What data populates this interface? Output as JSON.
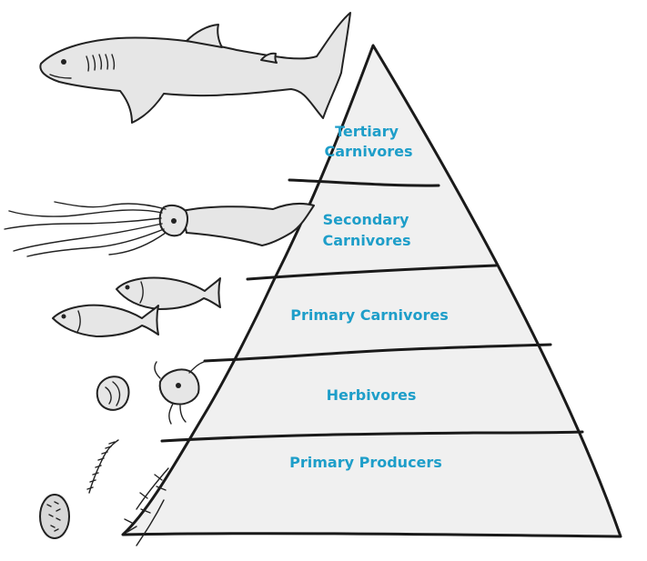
{
  "pyramid": {
    "label_color": "#1e9ec9",
    "fill_color": "#f0f0f0",
    "levels": [
      {
        "line1": "Tertiary",
        "line2": "Carnivores"
      },
      {
        "line1": "Secondary",
        "line2": "Carnivores"
      },
      {
        "line1": "Primary Carnivores"
      },
      {
        "line1": "Herbivores"
      },
      {
        "line1": "Primary Producers"
      }
    ]
  },
  "organisms": [
    {
      "icon": "shark-icon",
      "level": "Tertiary Carnivores"
    },
    {
      "icon": "squid-icon",
      "level": "Secondary Carnivores"
    },
    {
      "icon": "fish-icon",
      "level": "Primary Carnivores"
    },
    {
      "icon": "zooplankton-icon",
      "level": "Herbivores"
    },
    {
      "icon": "phytoplankton-icon",
      "level": "Primary Producers"
    }
  ]
}
